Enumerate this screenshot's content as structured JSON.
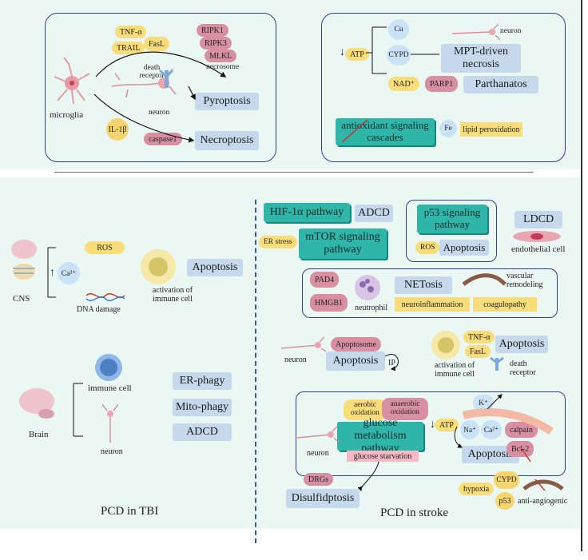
{
  "top_left": {
    "tnf": "TNF-α",
    "trail": "TRAIL",
    "fasl": "FasL",
    "ripk1": "RIPK1",
    "ripk3": "RIPK3",
    "mlkl": "MLKL",
    "necrosome": "necrosome",
    "death_receptor": "death receptor",
    "microglia": "microglia",
    "neuron": "neuron",
    "pyroptosis": "Pyroptosis",
    "il1b": "IL-1β",
    "caspase1": "caspase1",
    "necroptosis": "Necroptosis"
  },
  "top_right": {
    "cu": "Cu",
    "neuron": "neuron",
    "atp": "ATP",
    "cypd": "CYPD",
    "mpt": "MPT-driven necrosis",
    "nad": "NAD⁺",
    "parp1": "PARP1",
    "parthanatos": "Parthanatos",
    "antioxidant": "antioxidant signaling cascades",
    "fe": "Fe",
    "lipid": "lipid peroxidation"
  },
  "tbi": {
    "ros": "ROS",
    "ca": "Ca²⁺",
    "cns": "CNS",
    "dna": "DNA damage",
    "activation": "activation of immune cell",
    "apoptosis": "Apoptosis",
    "immune_cell": "immune cell",
    "brain": "Brain",
    "neuron": "neuron",
    "er_phagy": "ER-phagy",
    "mito_phagy": "Mito-phagy",
    "adcd": "ADCD",
    "title": "PCD in TBI"
  },
  "stroke": {
    "hif": "HIF-1α pathway",
    "adcd": "ADCD",
    "er_stress": "ER stress",
    "mtor": "mTOR signaling pathway",
    "p53_pathway": "p53 signaling pathway",
    "ros": "ROS",
    "apoptosis_p53": "Apoptosis",
    "ldcd": "LDCD",
    "endothelial": "endothelial cell",
    "pad4": "PAD4",
    "hmgb1": "HMGB1",
    "neutrophil": "neutrophil",
    "netosis": "NETosis",
    "vascular": "vascular remodeling",
    "neuroinflammation": "neuroinflammation",
    "coagulopathy": "coagulopathy",
    "apoptosome": "Apoptosome",
    "neuron1": "neuron",
    "apoptosis_mid": "Apoptosis",
    "ip": "IP",
    "tnf": "TNF-α",
    "fasl": "FasL",
    "apoptosis_imm": "Apoptosis",
    "activation": "activation of immune cell",
    "death_receptor": "death receptor",
    "k": "K⁺",
    "aerobic": "aerobic oxidation",
    "anaerobic": "anaerobic oxidation",
    "atp": "ATP",
    "na": "Na⁺",
    "ca": "Ca²⁺",
    "calpain": "calpain",
    "glucose": "glucose metabolism pathway",
    "neuron2": "neuron",
    "glucose_starvation": "glucose starvation",
    "apoptosis_bot": "Apoptosis",
    "bcl2": "Bcl-2",
    "drgs": "DRGs",
    "disulfidptosis": "Disulfidptosis",
    "hypoxia": "hypoxia",
    "cypd": "CYPD",
    "p53": "p53",
    "anti_angiogenic": "anti-angiogenic",
    "title": "PCD in stroke"
  }
}
